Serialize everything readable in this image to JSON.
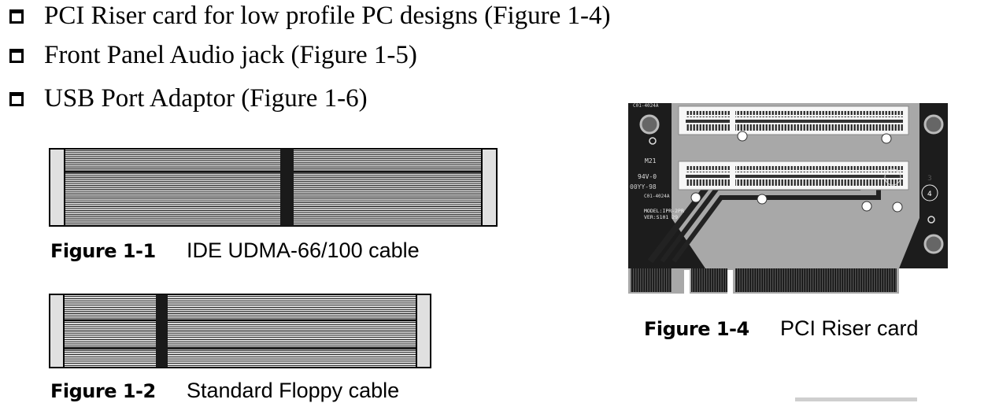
{
  "bullets": [
    {
      "icon": "checkbox-icon",
      "text": "PCI Riser card for low profile PC designs (Figure 1-4)"
    },
    {
      "icon": "checkbox-icon",
      "text": "Front Panel Audio jack (Figure 1-5)"
    },
    {
      "icon": "checkbox-icon",
      "text": "USB Port Adaptor (Figure 1-6)"
    }
  ],
  "figures": [
    {
      "number": "Figure 1-1",
      "caption": "IDE UDMA-66/100 cable"
    },
    {
      "number": "Figure 1-2",
      "caption": "Standard Floppy cable"
    },
    {
      "number": "Figure 1-4",
      "caption": "PCI Riser card"
    }
  ],
  "riser_card_labels": {
    "part_top": "C01-4024A",
    "vendor": "M21",
    "rating": "94V-0",
    "date": "00YY-98",
    "part_mid": "C01-4024A",
    "model": "MODEL:IPR-2PR",
    "version": "VER:S101 29",
    "slot_num_3": "3",
    "slot_num_4": "4"
  }
}
